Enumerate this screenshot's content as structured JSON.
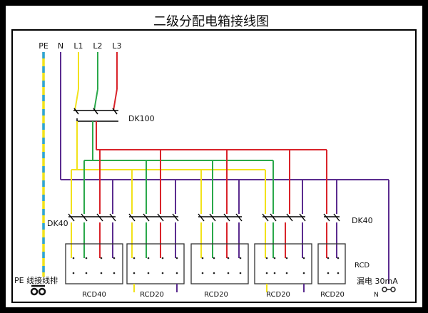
{
  "title": "二级分配电箱接线图",
  "bus_labels": {
    "pe": "PE",
    "n": "N",
    "l1": "L1",
    "l2": "L2",
    "l3": "L3"
  },
  "main_breaker": "DK100",
  "branch_breaker_left": "DK40",
  "branch_breaker_right": "DK40",
  "rcd_units": [
    {
      "label": "RCD40"
    },
    {
      "label": "RCD20"
    },
    {
      "label": "RCD20"
    },
    {
      "label": "RCD20"
    },
    {
      "label": "RCD20"
    }
  ],
  "rcd_note": "RCD",
  "pe_terminal": "PE 线接线排",
  "leakage": "漏电 30mA",
  "n_terminal": "N",
  "colors": {
    "pe_yellow": "#f2e21a",
    "pe_blue": "#2aa3de",
    "n_purple": "#5b2c8f",
    "l1_yellow": "#f2e21a",
    "l2_green": "#2aa84a",
    "l3_red": "#d9232a",
    "frame": "#000000"
  }
}
